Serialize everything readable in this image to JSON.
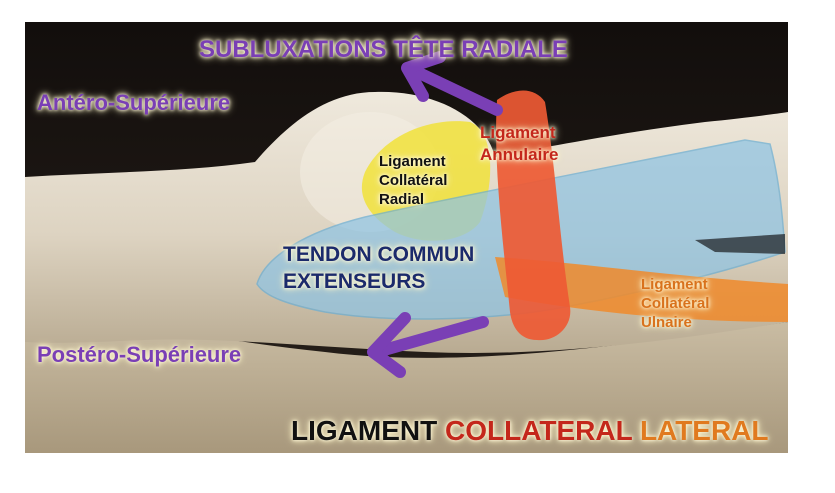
{
  "title": "SUBLUXATIONS TÊTE RADIALE",
  "directions": {
    "anterior": "Antéro-Supérieure",
    "posterior": "Postéro-Supérieure"
  },
  "structures": {
    "annular": {
      "line1": "Ligament",
      "line2": "Annulaire"
    },
    "radial_collateral": {
      "line1": "Ligament",
      "line2": "Collatéral",
      "line3": "Radial"
    },
    "tendon": {
      "line1": "TENDON COMMUN",
      "line2": "EXTENSEURS"
    },
    "ulnar_collateral": {
      "line1": "Ligament",
      "line2": "Collatéral",
      "line3": "Ulnaire"
    }
  },
  "caption": {
    "word1": "LIGAMENT",
    "word2": "COLLATERAL",
    "word3": "LATERAL"
  },
  "colors": {
    "purple": "#7a3fb5",
    "red": "#c4271b",
    "orange": "#e07a1f",
    "navy": "#1b2a6b",
    "yellow": "#f1e23a",
    "blue": "#8fc4e4"
  }
}
